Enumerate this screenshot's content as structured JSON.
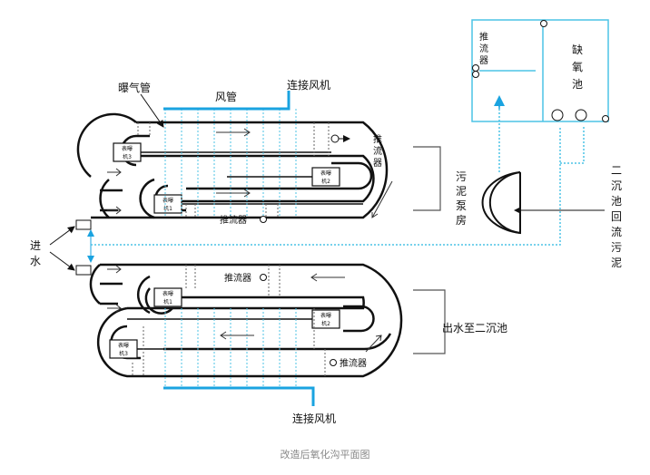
{
  "diagram": {
    "caption": "改造后氧化沟平面图",
    "colors": {
      "line": "#111111",
      "air_pipe": "#1aa3e0",
      "sludge_line": "#4cc3e6",
      "gray": "#888888"
    },
    "labels": {
      "aeration_pipe": "曝气管",
      "air_duct": "风管",
      "connect_blower_top": "连接风机",
      "connect_blower_bottom": "连接风机",
      "inflow": [
        "进",
        "水"
      ],
      "outflow": "出水至二沉池",
      "sludge_pump_house": [
        "污",
        "泥",
        "泵",
        "房"
      ],
      "return_sludge": [
        "二",
        "沉",
        "池",
        "回",
        "流",
        "污",
        "泥"
      ],
      "anoxic_tank": [
        "缺",
        "氧",
        "池"
      ],
      "anoxic_propeller": [
        "推",
        "流",
        "器"
      ]
    },
    "propellers": {
      "top_right": [
        "推",
        "流",
        "器"
      ],
      "top_middle": "推流器",
      "bottom_middle": "推流器",
      "bottom_right": "推流器"
    },
    "aerators": {
      "top_1": [
        "表曝",
        "机1"
      ],
      "top_2": [
        "表曝",
        "机2"
      ],
      "top_3": [
        "表曝",
        "机3"
      ],
      "bottom_1": [
        "表曝",
        "机1"
      ],
      "bottom_2": [
        "表曝",
        "机2"
      ],
      "bottom_3": [
        "表曝",
        "机3"
      ]
    }
  }
}
